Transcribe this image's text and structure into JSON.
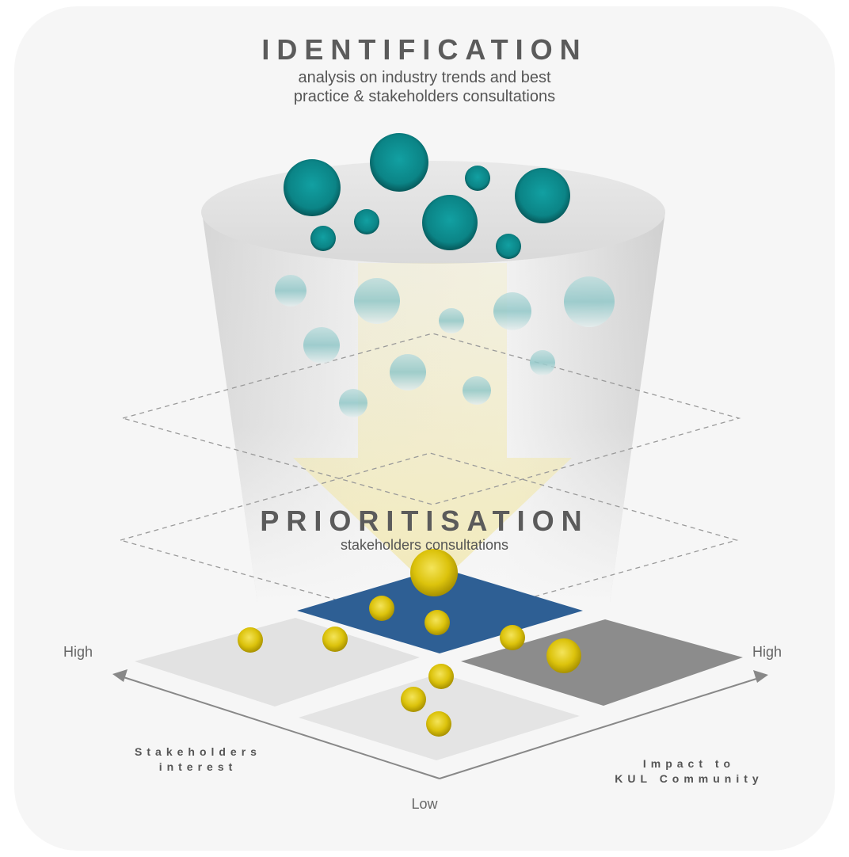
{
  "identification": {
    "title": "IDENTIFICATION",
    "subtitle_line1": "analysis on industry trends and best",
    "subtitle_line2": "practice & stakeholders consultations"
  },
  "prioritisation": {
    "title": "PRIORITISATION",
    "subtitle": "stakeholders consultations"
  },
  "axes": {
    "left_high": "High",
    "right_high": "High",
    "low": "Low",
    "stakeholders_line1": "Stakeholders",
    "stakeholders_line2": "interest",
    "impact_line1": "Impact to",
    "impact_line2": "KUL Community"
  },
  "colors": {
    "teal": "#0d8a8c",
    "gold": "#e0c814",
    "blue_quadrant": "#2e5f94",
    "dark_quadrant": "#8c8c8c",
    "light_quadrant": "#e2e2e2"
  }
}
